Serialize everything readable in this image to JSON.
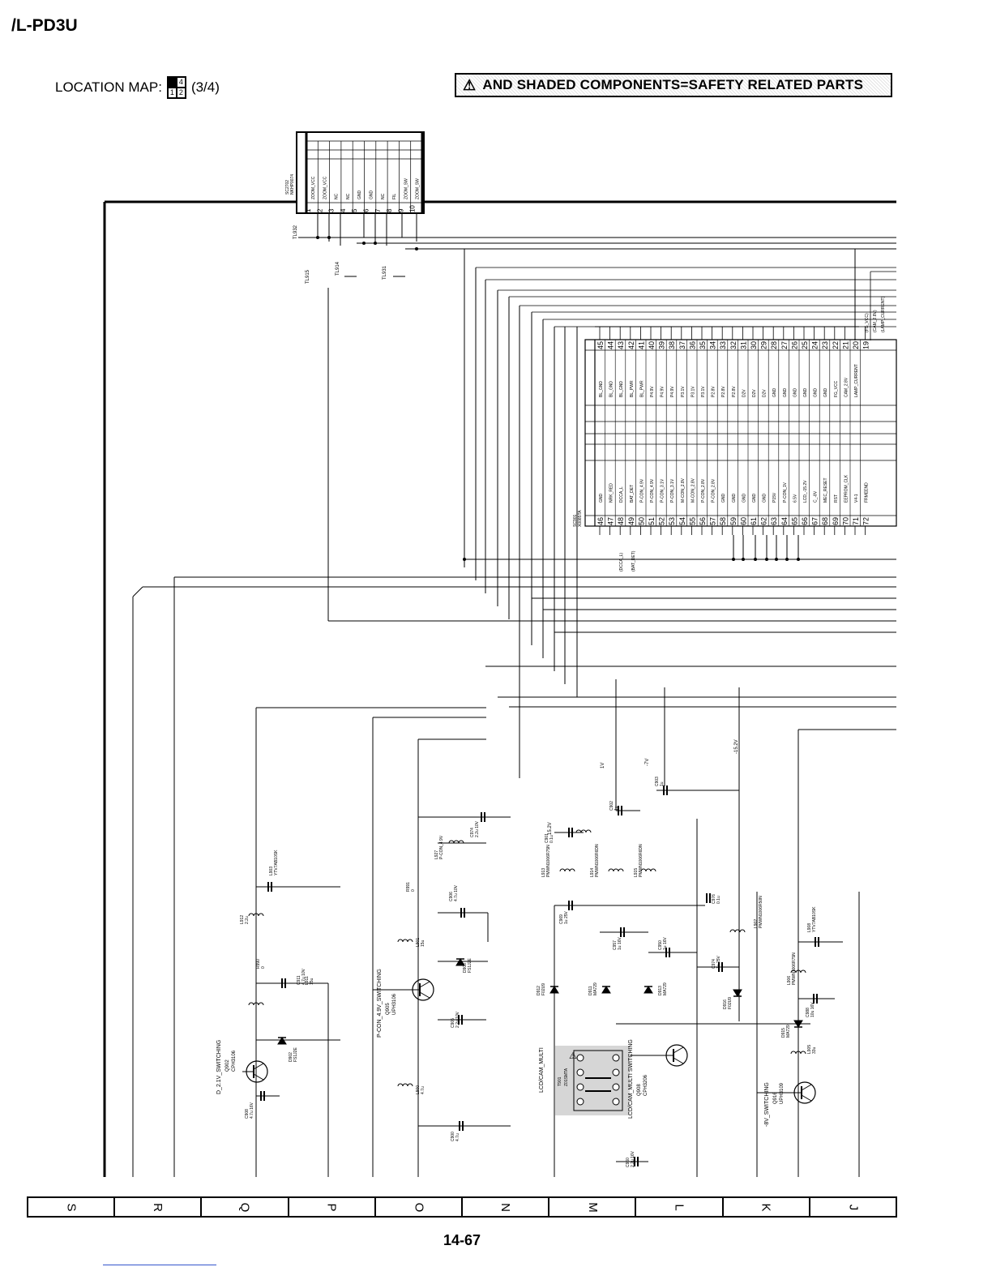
{
  "header": {
    "model": "/L-PD3U",
    "location_map_label": "LOCATION MAP:",
    "location_map_page": "(3/4)",
    "location_grid": [
      "1",
      "4",
      "2",
      ""
    ],
    "safety_note": "AND SHADED COMPONENTS=SAFETY RELATED PARTS"
  },
  "connector_top": {
    "ref": "SC2702",
    "part": "NKHP0074",
    "pins": [
      {
        "n": "1",
        "sig": "ZOOM_VCC"
      },
      {
        "n": "2",
        "sig": "ZOOM_VCC"
      },
      {
        "n": "3",
        "sig": "NC"
      },
      {
        "n": "4",
        "sig": "NC"
      },
      {
        "n": "5",
        "sig": "GND"
      },
      {
        "n": "6",
        "sig": "GND"
      },
      {
        "n": "7",
        "sig": "NC"
      },
      {
        "n": "8",
        "sig": "FIL"
      },
      {
        "n": "9",
        "sig": "ZOOM_SW"
      },
      {
        "n": "10",
        "sig": "ZOOM_SW"
      }
    ],
    "testpoints": [
      "TL932",
      "TL915",
      "TL914",
      "TL931"
    ]
  },
  "connector_main": {
    "ref": "SC901",
    "part": "X0085TA",
    "top_row": [
      {
        "n": "45",
        "sig": "BL_GND"
      },
      {
        "n": "44",
        "sig": "BL_GND"
      },
      {
        "n": "43",
        "sig": "BL_GND"
      },
      {
        "n": "42",
        "sig": "BL_PWR"
      },
      {
        "n": "41",
        "sig": "BL_PWR"
      },
      {
        "n": "40",
        "sig": "P4.9V"
      },
      {
        "n": "39",
        "sig": "P4.9V"
      },
      {
        "n": "38",
        "sig": "P4.9V"
      },
      {
        "n": "37",
        "sig": "P3.1V"
      },
      {
        "n": "36",
        "sig": "P3.1V"
      },
      {
        "n": "35",
        "sig": "P3.1V"
      },
      {
        "n": "34",
        "sig": "P2.8V"
      },
      {
        "n": "33",
        "sig": "P2.8V"
      },
      {
        "n": "32",
        "sig": "P2.8V"
      },
      {
        "n": "31",
        "sig": "D2V"
      },
      {
        "n": "30",
        "sig": "D2V"
      },
      {
        "n": "29",
        "sig": "D2V"
      },
      {
        "n": "28",
        "sig": "GND"
      },
      {
        "n": "27",
        "sig": "GND"
      },
      {
        "n": "26",
        "sig": "GND"
      },
      {
        "n": "25",
        "sig": "GND"
      },
      {
        "n": "24",
        "sig": "GND"
      },
      {
        "n": "23",
        "sig": "GND"
      },
      {
        "n": "22",
        "sig": "FG_VCC"
      },
      {
        "n": "21",
        "sig": "CAM_2.8V"
      },
      {
        "n": "20",
        "sig": "LAMP_CURRENT"
      },
      {
        "n": "19",
        "sig": ""
      }
    ],
    "bottom_row": [
      {
        "n": "46",
        "sig": "GND"
      },
      {
        "n": "47",
        "sig": "NRK_RED"
      },
      {
        "n": "48",
        "sig": "DCCA_L"
      },
      {
        "n": "49",
        "sig": "BAT_DET"
      },
      {
        "n": "50",
        "sig": "P-CON_4.9V"
      },
      {
        "n": "51",
        "sig": "P-CON_4.9V"
      },
      {
        "n": "52",
        "sig": "P-CON_3.1V"
      },
      {
        "n": "53",
        "sig": "P-CON_3.1V"
      },
      {
        "n": "54",
        "sig": "M-CON_2.8V"
      },
      {
        "n": "55",
        "sig": "M-CON_2.8V"
      },
      {
        "n": "56",
        "sig": "P-CON_2.8V"
      },
      {
        "n": "57",
        "sig": "P-CON_2.8V"
      },
      {
        "n": "58",
        "sig": "GND"
      },
      {
        "n": "59",
        "sig": "GND"
      },
      {
        "n": "60",
        "sig": "GND"
      },
      {
        "n": "61",
        "sig": "GND"
      },
      {
        "n": "62",
        "sig": "GND"
      },
      {
        "n": "63",
        "sig": "P15V"
      },
      {
        "n": "64",
        "sig": "P-CON_1V"
      },
      {
        "n": "65",
        "sig": "6.5V"
      },
      {
        "n": "66",
        "sig": "LCD_-15.2V"
      },
      {
        "n": "67",
        "sig": "C_-8V"
      },
      {
        "n": "68",
        "sig": "MEC_RESET"
      },
      {
        "n": "69",
        "sig": "RST"
      },
      {
        "n": "70",
        "sig": "EEPROM_CLK"
      },
      {
        "n": "71",
        "sig": "V4-1"
      },
      {
        "n": "72",
        "sig": "FRMEEND"
      }
    ],
    "side_labels": [
      "(FG_VCC)",
      "(CAM_2.8V)",
      "(LAMP_CURRENT)",
      "(DCCA_L)",
      "(BAT_DET)"
    ]
  },
  "voltages": [
    "1V",
    "-7V",
    "-15.2V",
    "15.2V"
  ],
  "components": {
    "capacitors": [
      {
        "ref": "C901",
        "val": "0.1u"
      },
      {
        "ref": "C902",
        "val": "1u"
      },
      {
        "ref": "C903",
        "val": "1u"
      },
      {
        "ref": "C974",
        "val": "2.2u 10V"
      },
      {
        "ref": "C906",
        "val": "4.7u 10V"
      },
      {
        "ref": "C976",
        "val": "0.1u"
      },
      {
        "ref": "C969",
        "val": "1u 25V"
      },
      {
        "ref": "C957",
        "val": "1u 16V"
      },
      {
        "ref": "C950",
        "val": "1u 16V"
      },
      {
        "ref": "C974",
        "val": "1u 25V"
      },
      {
        "ref": "C988",
        "val": "10u 16V"
      },
      {
        "ref": "C911",
        "val": "4.7u 10V"
      },
      {
        "ref": "C905",
        "val": "2.2u 10V"
      },
      {
        "ref": "C908",
        "val": "4.7u 16V"
      },
      {
        "ref": "C960",
        "val": "2.2u 16V"
      },
      {
        "ref": "C900",
        "val": "4.7u"
      }
    ],
    "coils": [
      {
        "ref": "L927",
        "val": "P-CON_4.9V"
      },
      {
        "ref": "L913",
        "val": "PMWN1006R75N"
      },
      {
        "ref": "L914",
        "val": "PMWN1006R6DN"
      },
      {
        "ref": "L915",
        "val": "PMWN1006R6DN"
      },
      {
        "ref": "L902",
        "val": "PMWN1006R50N"
      },
      {
        "ref": "L901",
        "val": "15u"
      },
      {
        "ref": "L900",
        "val": "4.7u"
      },
      {
        "ref": "L911",
        "val": "15u"
      },
      {
        "ref": "L912",
        "val": "2.2u"
      },
      {
        "ref": "L903",
        "val": "YTV7AB10SK"
      },
      {
        "ref": "L908",
        "val": "YTV7AB10SK"
      },
      {
        "ref": "L906",
        "val": "PMWN1006R75N"
      },
      {
        "ref": "L905",
        "val": "33u"
      }
    ],
    "diodes": [
      {
        "ref": "D912",
        "val": "F02U9"
      },
      {
        "ref": "D911",
        "val": "MA729"
      },
      {
        "ref": "D913",
        "val": "MA729"
      },
      {
        "ref": "D916",
        "val": "F02U9"
      },
      {
        "ref": "D915",
        "val": "MA729"
      },
      {
        "ref": "D902",
        "val": "FS1J2E"
      },
      {
        "ref": "D903",
        "val": "FS1J2E"
      }
    ],
    "resistors": [
      {
        "ref": "R991",
        "val": "0"
      },
      {
        "ref": "R990",
        "val": "0"
      }
    ],
    "transistors": [
      {
        "ref": "Q902",
        "val": "CPH3106",
        "label": "D_2.1V_SWITCHING"
      },
      {
        "ref": "Q905",
        "val": "UPH3106",
        "label": "P-CON_4.9V_SWITCHING"
      },
      {
        "ref": "Q908",
        "val": "CPH3206",
        "label": "LCD/CAM_MULTI SWITCHING"
      },
      {
        "ref": "Q916",
        "val": "UPH3109",
        "label": "-8V_SWITCHING"
      }
    ],
    "transformer": {
      "ref": "T901",
      "val": "Z01SMTA",
      "label": "LCD/CAM_MULTI"
    }
  },
  "grid_letters": [
    "S",
    "R",
    "Q",
    "P",
    "O",
    "N",
    "M",
    "L",
    "K",
    "J"
  ],
  "page_number": "14-67"
}
